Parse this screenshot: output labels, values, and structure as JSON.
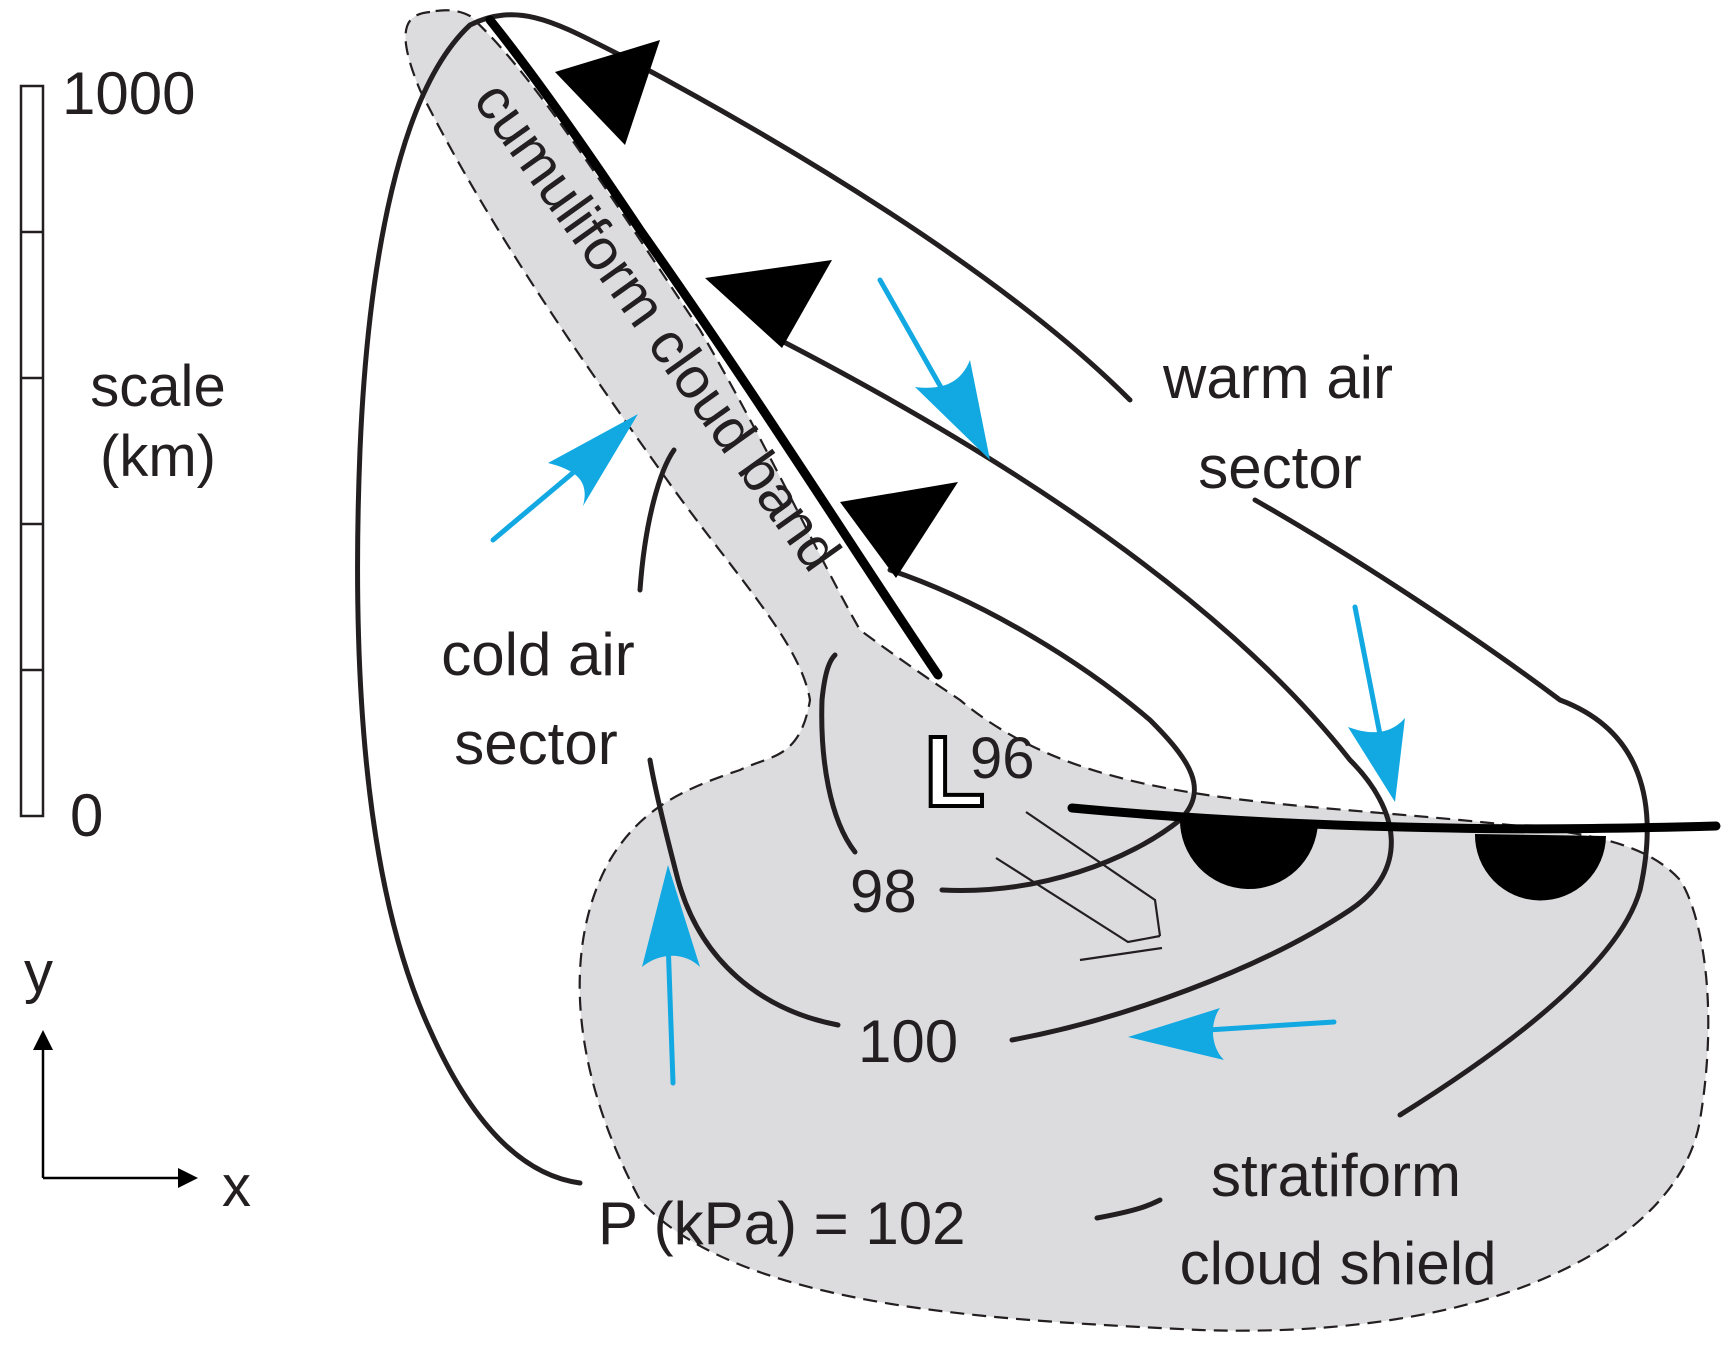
{
  "colors": {
    "ink": "#231f20",
    "cloud_fill": "#dcdcde",
    "wind_arrow": "#12a9e2",
    "front": "#000000"
  },
  "scale_bar": {
    "top_label": "1000",
    "bottom_label": "0",
    "title_line1": "scale",
    "title_line2": "(km)",
    "segments": 5
  },
  "axes": {
    "y_label": "y",
    "x_label": "x"
  },
  "regions": {
    "cumuliform": "cumuliform cloud band",
    "warm_sector_line1": "warm air",
    "warm_sector_line2": "sector",
    "cold_sector_line1": "cold air",
    "cold_sector_line2": "sector",
    "stratiform_line1": "stratiform",
    "stratiform_line2": "cloud shield"
  },
  "low_center": {
    "symbol": "L",
    "value": "96"
  },
  "isobar_labels": {
    "p98": "98",
    "p100": "100",
    "p102": "P (kPa) = 102"
  },
  "icons": {
    "cold_front": "cold-front-triangle-icon",
    "warm_front": "warm-front-semicircle-icon",
    "wind_barb": "wind-barb-icon",
    "wind_arrow": "wind-arrow-icon"
  }
}
